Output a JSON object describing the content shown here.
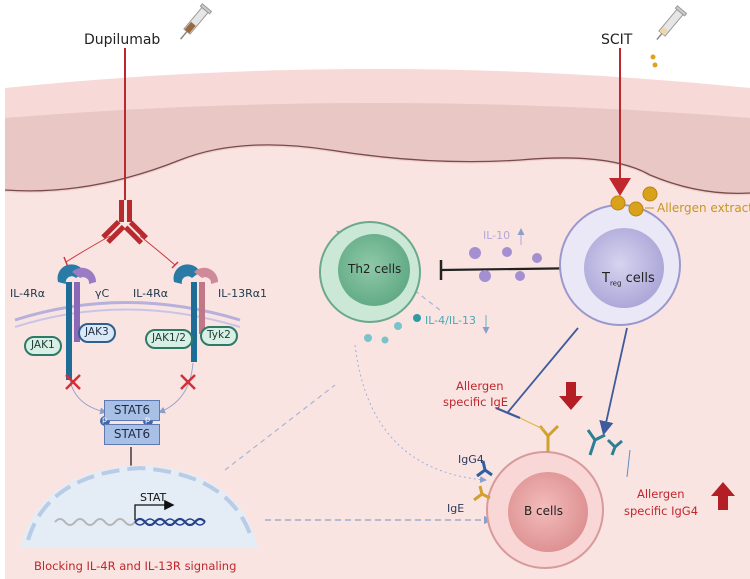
{
  "drugs": {
    "left": {
      "label": "Dupilumab",
      "icon": "syringe-icon"
    },
    "right": {
      "label": "SCIT",
      "icon": "syringe-allergen-icon"
    }
  },
  "receptors": {
    "left_alpha": "IL-4Rα",
    "gamma_c": "γC",
    "right_alpha": "IL-4Rα",
    "il13": "IL-13Rα1"
  },
  "kinases": [
    "JAK1",
    "JAK3",
    "JAK1/2",
    "Tyk2"
  ],
  "stat": {
    "top": "STAT6",
    "bottom": "STAT6",
    "phospho": "p",
    "gene": "STAT"
  },
  "caption_blocking": "Blocking IL-4R and IL-13R signaling",
  "cells": {
    "th2": "Th2 cells",
    "treg_main": "T",
    "treg_sub": "reg",
    "treg_suffix": " cells",
    "b": "B cells"
  },
  "cytokines": {
    "il10": "IL-10",
    "il10_dir": "↑",
    "il4_13": "IL-4/IL-13",
    "il4_13_dir": "↓"
  },
  "allergen_extract": "Allergen extract",
  "antibodies": {
    "igg4": "IgG4",
    "ige": "IgE"
  },
  "outcomes": {
    "ige_line1": "Allergen",
    "ige_line2": "specific IgE",
    "ige_direction": "down",
    "igg4_line1": "Allergen",
    "igg4_line2": "specific IgG4",
    "igg4_direction": "up"
  },
  "colors": {
    "skin_top": "#f6d6d6",
    "skin_mid": "#edcaca",
    "tissue": "#f9e4e2",
    "antibody_red": "#b82a2e",
    "receptor_blue": "#2a6f96",
    "th2_green": "#9fd1b6",
    "treg_lavender": "#d9d6ee",
    "b_pink": "#f2b9b8",
    "allergen_gold": "#d39b12",
    "arrow_navy": "#3e5b9c"
  }
}
